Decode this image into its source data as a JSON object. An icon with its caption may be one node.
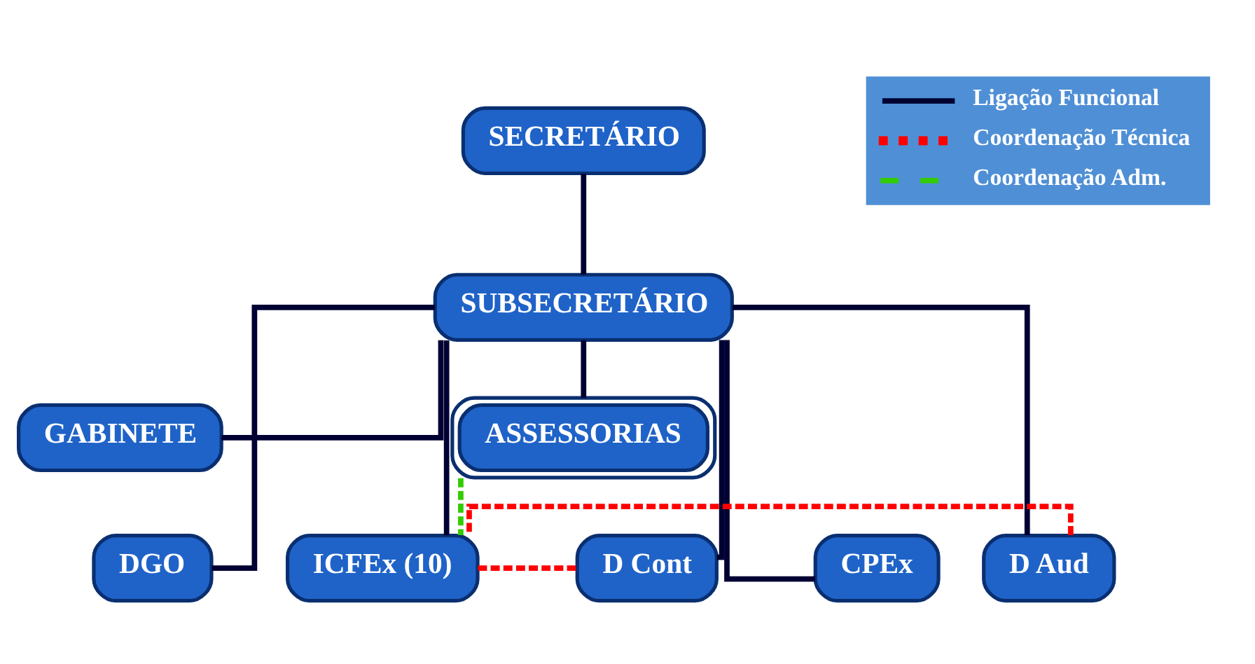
{
  "diagram": {
    "nodes": [
      {
        "text": [
          "SECRETÁRIO"
        ]
      },
      {
        "text": [
          "SUBSECRETÁRIO"
        ]
      },
      {
        "text": [
          "GABINETE"
        ]
      },
      {
        "text": [
          "ASSESSORIAS"
        ]
      },
      {
        "text": [
          "DGO"
        ]
      },
      {
        "text": [
          "CPEx"
        ]
      },
      {
        "text": [
          "D Aud"
        ]
      },
      {
        "text": [
          "ICFEx (10)"
        ]
      },
      {
        "text": [
          "D Cont"
        ]
      }
    ],
    "edges": [
      {
        "from": 0,
        "to": 1,
        "arrow": "none"
      },
      {
        "from": 1,
        "to": 2,
        "arrow": "none"
      },
      {
        "from": 1,
        "to": 3,
        "arrow": "none"
      },
      {
        "from": 1,
        "to": 4,
        "arrow": "none"
      },
      {
        "from": 1,
        "to": 5,
        "arrow": "none"
      },
      {
        "from": 1,
        "to": 6,
        "arrow": "none"
      },
      {
        "from": 1,
        "to": 7,
        "arrow": "none"
      },
      {
        "from": 1,
        "to": 8,
        "arrow": "none"
      },
      {
        "from": 3,
        "to": 7,
        "arrow": "none",
        "style": "dashed",
        "color": "#33cc00"
      },
      {
        "from": 6,
        "to": 7,
        "arrow": "none",
        "style": "dashed",
        "color": "#ff0000"
      },
      {
        "from": 7,
        "to": 8,
        "arrow": "none",
        "style": "dashed",
        "color": "#ff0000"
      }
    ],
    "legend": [
      {
        "text": "Ligação Funcional"
      },
      {
        "text": "Coordenação Técnica"
      },
      {
        "text": "Coordenação Adm."
      }
    ]
  }
}
